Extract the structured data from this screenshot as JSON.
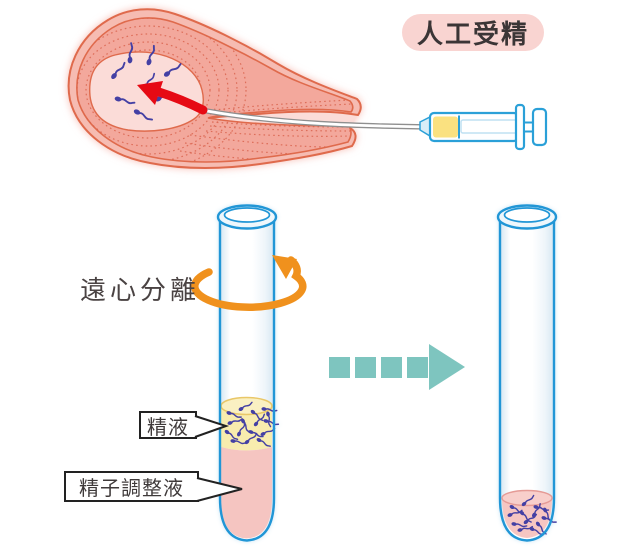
{
  "diagram": {
    "title_badge": "人工受精",
    "centrifuge_label": "遠心分離",
    "semen_label": "精液",
    "prep_solution_label": "精子調整液"
  },
  "colors": {
    "badge_bg": "#f9d4d1",
    "uterus_wall": "#f6bcb2",
    "uterus_band": "#f3a89c",
    "uterus_outline": "#df6a4c",
    "uterus_cavity": "#fbdcd8",
    "sperm": "#4440a4",
    "injection_arrow": "#e60a14",
    "catheter_gray": "#999999",
    "syringe_blue": "#2aa0d8",
    "syringe_fluid": "#fae180",
    "tube_blue": "#2196d6",
    "semen_layer": "#f8ecae",
    "prep_liquid": "#f5c5c1",
    "rotation_arrow": "#f0911d",
    "process_arrow": "#7ec5bf",
    "label_border": "#222222",
    "text": "#3f3a3a"
  },
  "icons": {
    "rotation_arrow_icon": "circular-orange-arrow",
    "process_arrow_icon": "teal-dashed-right-arrow",
    "injection_arrow_icon": "red-up-left-arrow",
    "syringe_icon": "syringe-with-catheter",
    "sperm_icon": "sperm-cell",
    "test_tube_icon": "test-tube"
  }
}
